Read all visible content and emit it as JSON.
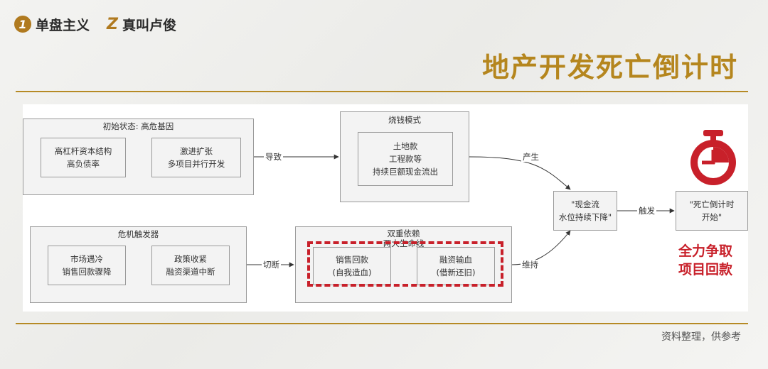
{
  "brand": {
    "badge": "1",
    "name": "单盘主义",
    "z_mark": "Z",
    "author": "真叫卢俊"
  },
  "title": "地产开发死亡倒计时",
  "footer": "资料整理，供参考",
  "diagram": {
    "initial_state": {
      "caption": "初始状态: 高危基因",
      "item1": [
        "高杠杆资本结构",
        "高负债率"
      ],
      "item2": [
        "激进扩张",
        "多项目并行开发"
      ]
    },
    "burn_mode": {
      "caption": "烧钱模式",
      "item": [
        "土地款",
        "工程款等",
        "持续巨额现金流出"
      ]
    },
    "trigger": {
      "caption": "危机触发器",
      "item1": [
        "市场遇冷",
        "销售回款骤降"
      ],
      "item2": [
        "政策收紧",
        "融资渠道中断"
      ]
    },
    "dual": {
      "caption1": "双重依赖",
      "caption2": "两大生命线",
      "item1": [
        "销售回款",
        "(自我造血)"
      ],
      "item2": [
        "融资输血",
        "(借新还旧)"
      ]
    },
    "cash": [
      "\"现金流",
      "水位持续下降\""
    ],
    "countdown": [
      "\"死亡倒计时",
      "开始\""
    ],
    "edges": {
      "lead": "导致",
      "produce": "产生",
      "cut": "切断",
      "sustain": "维持",
      "trigger": "触发"
    }
  },
  "cta": [
    "全力争取",
    "项目回款"
  ],
  "colors": {
    "gold": "#b5861e",
    "red": "#c8202a"
  }
}
